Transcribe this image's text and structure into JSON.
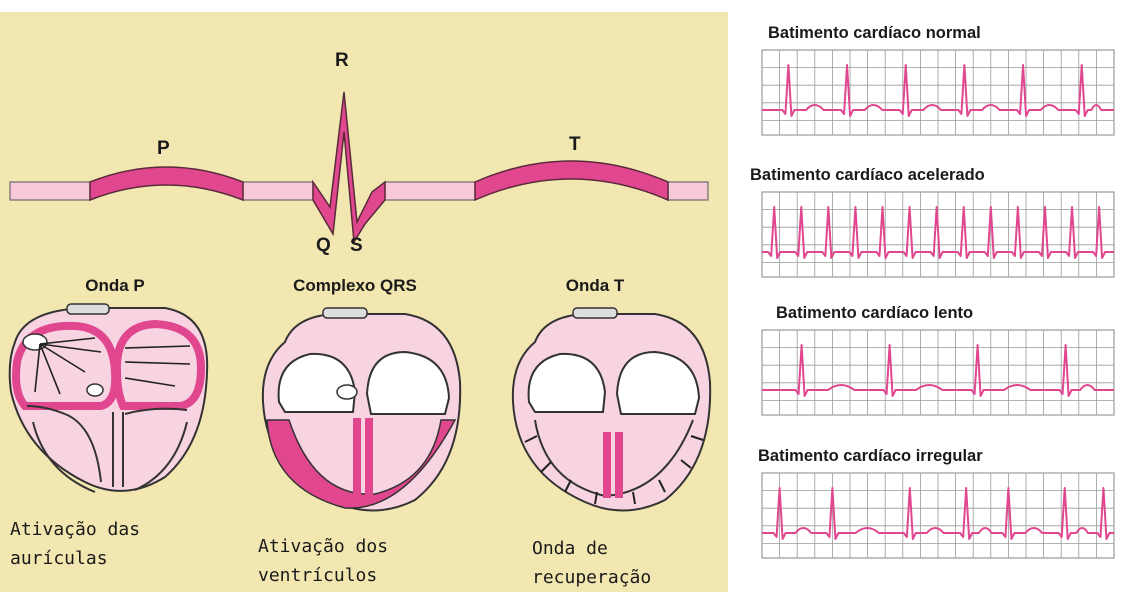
{
  "colors": {
    "background": "#f2e7b1",
    "pink": "#e0478f",
    "light_pink": "#f9c9da",
    "heart_fill": "#f8d3e2",
    "grid": "#9a9a9a",
    "outline": "#333333"
  },
  "ecg": {
    "labels": {
      "p": "P",
      "r": "R",
      "q": "Q",
      "s": "S",
      "t": "T"
    }
  },
  "phases": [
    {
      "title": "Onda P",
      "caption_lines": [
        "Ativação das",
        "aurículas"
      ],
      "icon": "heart-atrial-depolarization-icon"
    },
    {
      "title": "Complexo QRS",
      "caption_lines": [
        "Ativação dos",
        "ventrículos"
      ],
      "icon": "heart-ventricular-depolarization-icon"
    },
    {
      "title": "Onda T",
      "caption_lines": [
        "Onda de",
        "recuperação"
      ],
      "icon": "heart-repolarization-icon"
    }
  ],
  "rhythms": [
    {
      "title": "Batimento cardíaco normal",
      "beats": 6
    },
    {
      "title": "Batimento cardíaco acelerado",
      "beats": 13
    },
    {
      "title": "Batimento cardíaco lento",
      "beats": 4
    },
    {
      "title": "Batimento cardíaco irregular",
      "beats": 7
    }
  ]
}
